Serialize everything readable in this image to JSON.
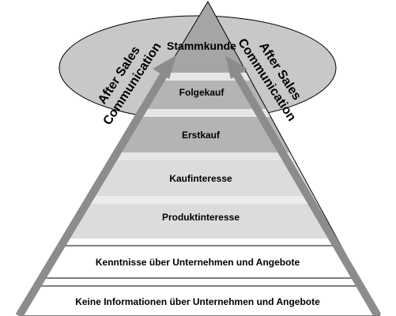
{
  "diagram": {
    "top_label": "Stammkunde",
    "ellipse_left": {
      "line1": "After Sales",
      "line2": "Communication"
    },
    "ellipse_right": {
      "line1": "After Sales",
      "line2": "Communication"
    },
    "levels": [
      {
        "label": "Folgekauf"
      },
      {
        "label": "Erstkauf"
      },
      {
        "label": "Kaufinteresse"
      },
      {
        "label": "Produktinteresse"
      },
      {
        "label": "Kenntnisse über Unternehmen und Angebote"
      },
      {
        "label": "Keine Informationen über Unternehmen und Angebote"
      }
    ],
    "colors": {
      "ellipse": "#c8c8c8",
      "apex": "#a5a5a5",
      "arrow": "#8c8c8c",
      "band_dark": "#b4b4b4",
      "band_light": "#e6e6e6"
    }
  }
}
